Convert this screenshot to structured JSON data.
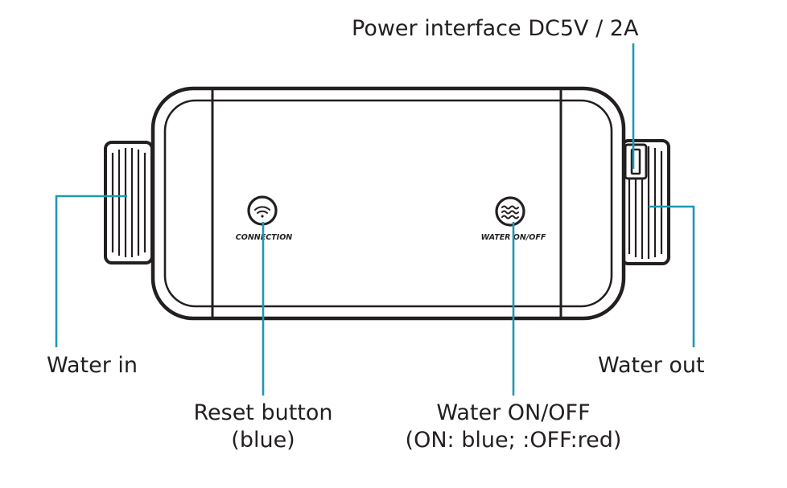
{
  "labels": {
    "power_interface": "Power interface DC5V / 2A",
    "water_in": "Water in",
    "water_out": "Water out",
    "reset_line1": "Reset button",
    "reset_line2": "(blue)",
    "water_onoff_line1": "Water ON/OFF",
    "water_onoff_line2": "(ON: blue; :OFF:red)"
  },
  "device": {
    "connection_button_text": "CONNECTION",
    "water_button_text": "WATER ON/OFF",
    "connection_icon": "wifi-icon",
    "water_icon": "water-waves-icon"
  },
  "colors": {
    "outline": "#231f20",
    "leader_line": "#1f97b3",
    "background": "#ffffff"
  }
}
